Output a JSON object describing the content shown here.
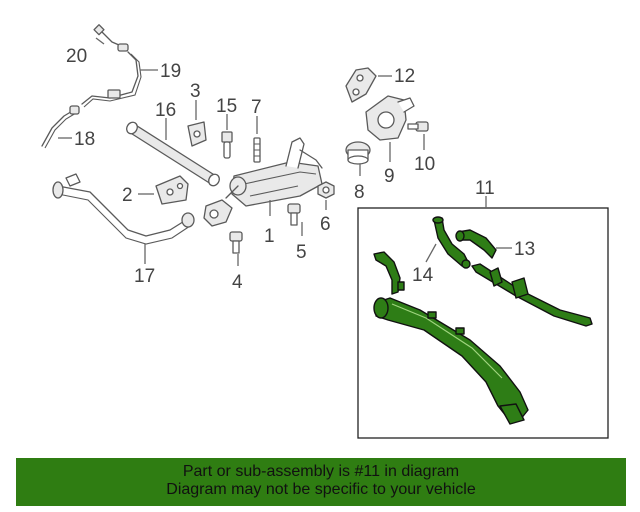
{
  "callouts": {
    "c1": "1",
    "c2": "2",
    "c3": "3",
    "c4": "4",
    "c5": "5",
    "c6": "6",
    "c7": "7",
    "c8": "8",
    "c9": "9",
    "c10": "10",
    "c11": "11",
    "c12": "12",
    "c13": "13",
    "c14": "14",
    "c15": "15",
    "c16": "16",
    "c17": "17",
    "c18": "18",
    "c19": "19",
    "c20": "20"
  },
  "highlight_color": "#2f7d12",
  "footer": {
    "line1": "Part or sub-assembly is #11 in diagram",
    "line2": "Diagram may not be specific to your vehicle"
  }
}
